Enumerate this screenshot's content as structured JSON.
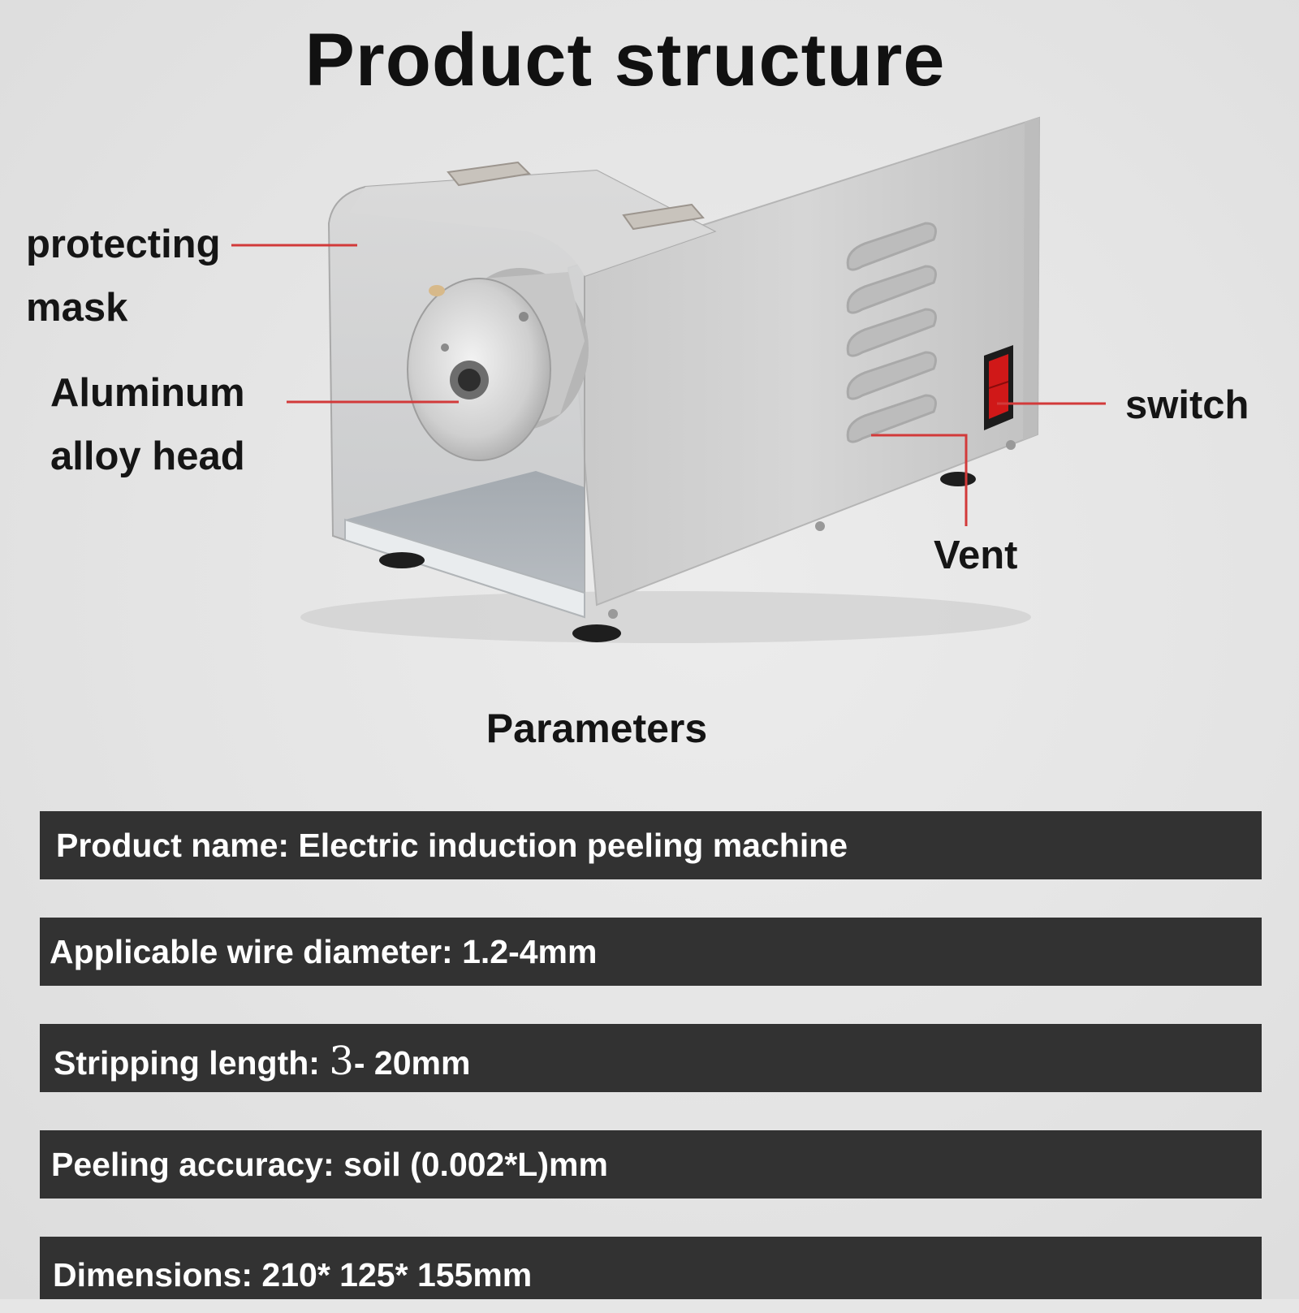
{
  "title": "Product structure",
  "callouts": {
    "protecting_mask": [
      "protecting",
      "mask"
    ],
    "aluminum_alloy_head": [
      "Aluminum",
      "alloy head"
    ],
    "switch": "switch",
    "vent": "Vent"
  },
  "parameters": {
    "heading": "Parameters",
    "items": [
      "Product name: Electric induction peeling machine",
      "Applicable wire diameter: 1.2-4mm",
      {
        "prefix": "Stripping length: ",
        "number": "3",
        "suffix": "- 20mm"
      },
      "Peeling accuracy: soil (0.002*L)mm",
      "Dimensions: 210* 125* 155mm"
    ]
  },
  "colors": {
    "background": "#e6e6e6",
    "bar": "#323232",
    "bar_text": "#ffffff",
    "leader_line": "#d23a3a",
    "switch_red": "#d01818"
  }
}
